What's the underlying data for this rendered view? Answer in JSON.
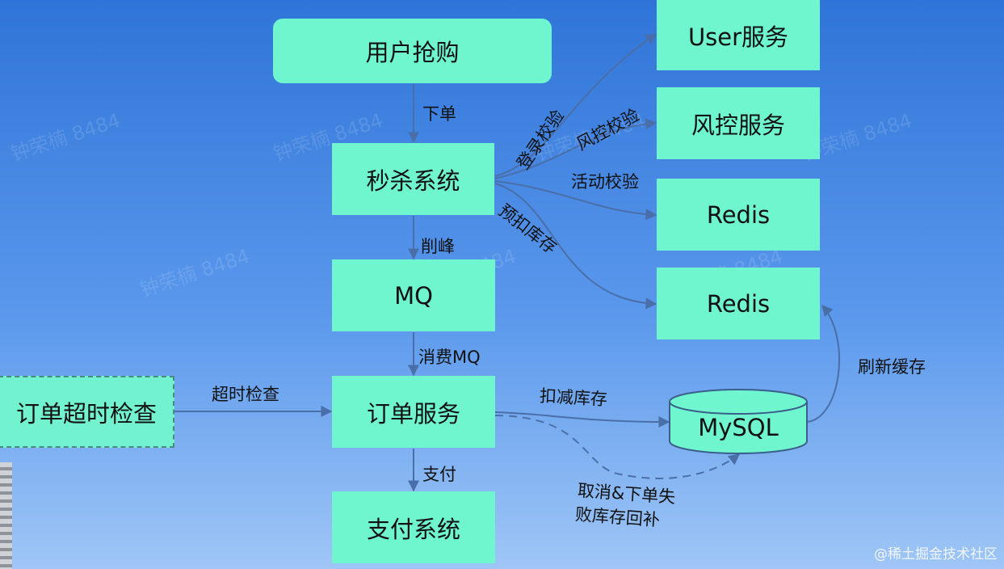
{
  "nodes": {
    "user_purchase": "用户抢购",
    "seckill": "秒杀系统",
    "mq": "MQ",
    "order": "订单服务",
    "payment": "支付系统",
    "order_timeout": "订单超时检查",
    "user_service": "User服务",
    "risk_service": "风控服务",
    "redis_activity": "Redis",
    "redis_stock": "Redis",
    "mysql": "MySQL"
  },
  "edges": {
    "place_order": "下单",
    "peak_shaving": "削峰",
    "consume_mq": "消费MQ",
    "pay": "支付",
    "timeout_check": "超时检查",
    "login_check": "登录校验",
    "risk_check": "风控校验",
    "activity_check": "活动校验",
    "pre_deduct": "预扣库存",
    "deduct_stock": "扣减库存",
    "refresh_cache": "刷新缓存",
    "restock_line1": "取消&下单失",
    "restock_line2": "败库存回补"
  },
  "watermark": "钟荣楠 8484",
  "credit": "@稀土掘金技术社区",
  "colors": {
    "node_fill": "#6ff6cf",
    "arrow": "#4a6fa8",
    "background_top": "#2f74d8",
    "background_bottom": "#9fc6f6"
  }
}
